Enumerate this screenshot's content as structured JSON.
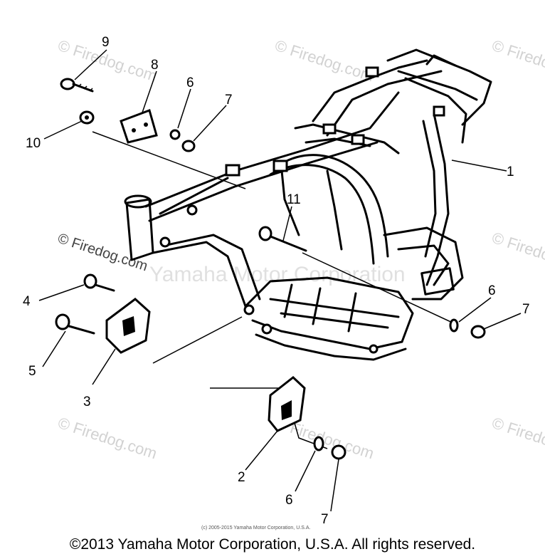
{
  "watermarks": [
    "© Firedog.com"
  ],
  "watermark_center": "Yamaha Motor Corporation",
  "small_copyright": "(c) 2005-2015 Yamaha Motor Corporation, U.S.A.",
  "copyright": "©2013 Yamaha Motor Corporation, U.S.A. All rights reserved.",
  "callouts": {
    "c1": "1",
    "c2": "2",
    "c3": "3",
    "c4": "4",
    "c5": "5",
    "c6a": "6",
    "c6b": "6",
    "c6c": "6",
    "c7a": "7",
    "c7b": "7",
    "c7c": "7",
    "c8": "8",
    "c9": "9",
    "c10": "10",
    "c11": "11"
  }
}
